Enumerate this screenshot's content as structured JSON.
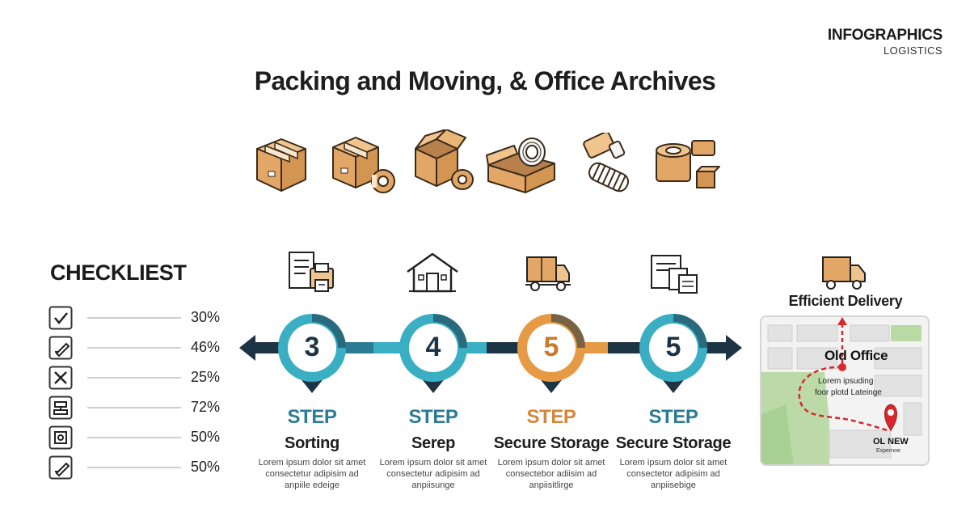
{
  "brand": {
    "name": "INFOGRAPHICS",
    "sub": "LOGISTICS"
  },
  "title": "Packing and Moving, & Office Archives",
  "top_icons": [
    "taped-box-icon",
    "box-and-tape-icon",
    "open-box-tape-icon",
    "open-box-roll-icon",
    "tape-rolls-icon",
    "tape-roll-box-icon"
  ],
  "checklist": {
    "title": "CHECKLIEST",
    "items": [
      {
        "icon": "checkmark-box-icon",
        "pct": "30%"
      },
      {
        "icon": "edit-box-icon",
        "pct": "46%"
      },
      {
        "icon": "cross-box-icon",
        "pct": "25%"
      },
      {
        "icon": "stamp-box-icon",
        "pct": "72%"
      },
      {
        "icon": "safe-box-icon",
        "pct": "50%"
      },
      {
        "icon": "edit-box-icon",
        "pct": "50%"
      }
    ]
  },
  "colors": {
    "teal": "#3aaec3",
    "dark": "#1c3444",
    "orange": "#e79a45",
    "deep_teal": "#2b7c93"
  },
  "steps": [
    {
      "icon": "documents-printer-icon",
      "number": "3",
      "label": "STEP",
      "name": "Sorting",
      "desc": [
        "Lorem ipsum dolor sit amet",
        "consectetur adipisim ad",
        "anpiile edeige"
      ],
      "color": "#3aaec3"
    },
    {
      "icon": "house-icon",
      "number": "4",
      "label": "STEP",
      "name": "Serep",
      "desc": [
        "Lorem ipsum dolor sit amet",
        "consectetur adipisim ad",
        "anpiisunge"
      ],
      "color": "#3aaec3"
    },
    {
      "icon": "delivery-truck-icon",
      "number": "5",
      "label": "STEP",
      "name": "Secure Storage",
      "desc": [
        "Lorem ipsum dolor sit amet",
        "consectebor adiisim ad",
        "anpiisitlirge"
      ],
      "color": "#e79a45"
    },
    {
      "icon": "stacked-documents-icon",
      "number": "5",
      "label": "STEP",
      "name": "Secure Storage",
      "desc": [
        "Lorem ipsum dolor sit amet",
        "consectetor adipisim ad",
        "anpiisebige"
      ],
      "color": "#3aaec3"
    }
  ],
  "delivery": {
    "icon": "delivery-truck-icon",
    "title": "Efficient Delivery",
    "map": {
      "old_label": "Old Office",
      "text_1": "Lorem ipsuding",
      "text_2": "foor plotd Lateinge",
      "new_label": "OL NEW",
      "new_sub": "Expernoe"
    }
  }
}
